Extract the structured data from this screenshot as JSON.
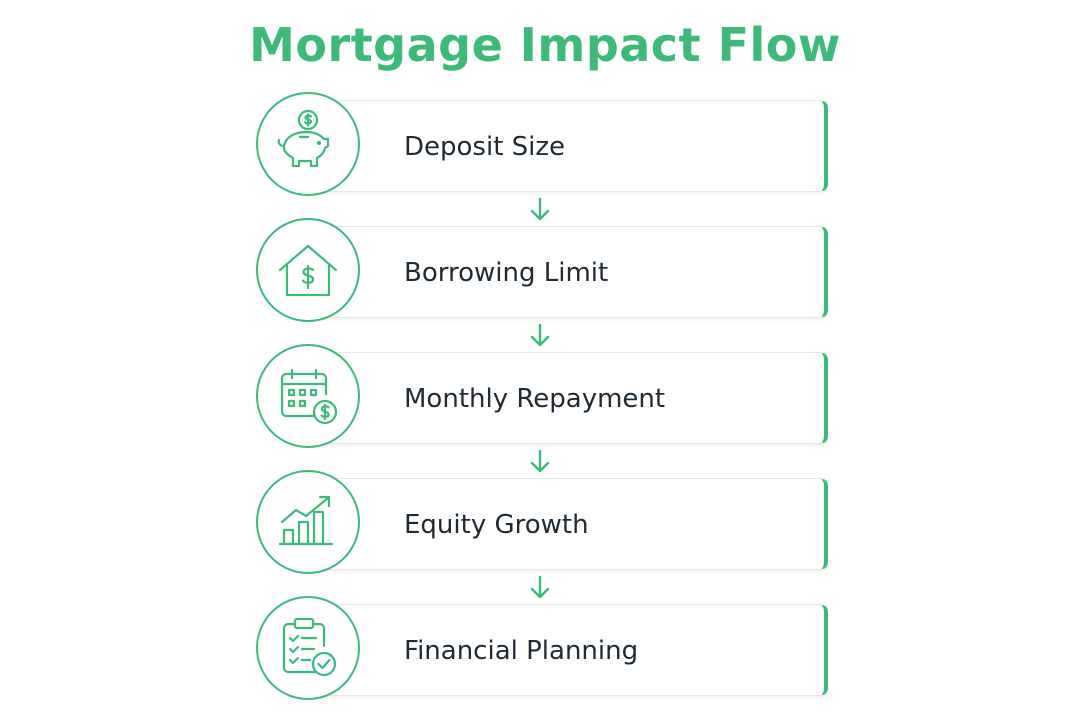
{
  "title": "Mortgage Impact Flow",
  "accent_color": "#3dba7a",
  "steps": [
    {
      "label": "Deposit Size",
      "icon": "piggy-bank-dollar-icon"
    },
    {
      "label": "Borrowing Limit",
      "icon": "house-dollar-icon"
    },
    {
      "label": "Monthly Repayment",
      "icon": "calendar-dollar-icon"
    },
    {
      "label": "Equity Growth",
      "icon": "growth-chart-icon"
    },
    {
      "label": "Financial Planning",
      "icon": "clipboard-checklist-icon"
    }
  ]
}
